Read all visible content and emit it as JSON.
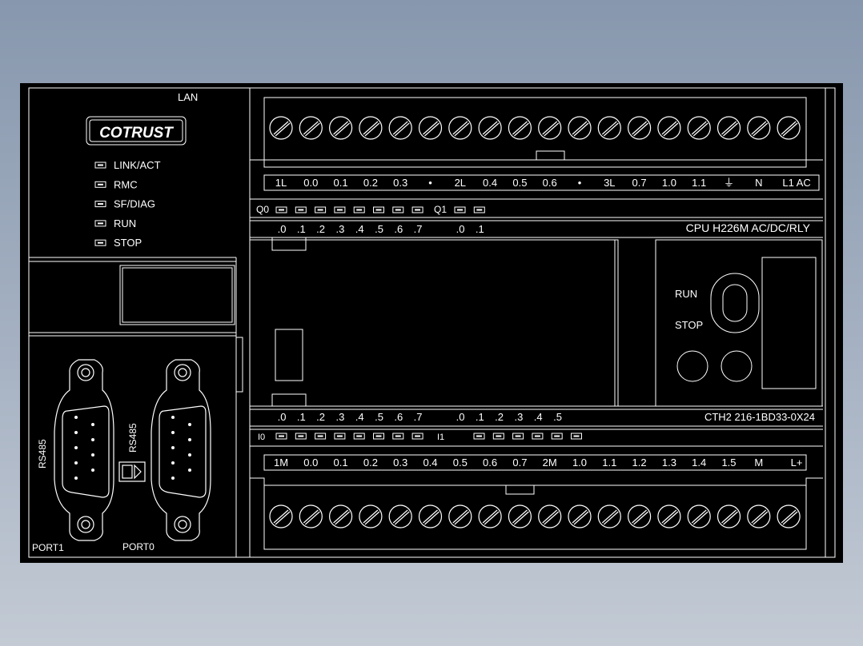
{
  "colors": {
    "panel": "#000000",
    "line": "#ffffff"
  },
  "left_module": {
    "lan_label": "LAN",
    "logo_text": "COTRUST",
    "leds": [
      "LINK/ACT",
      "RMC",
      "SF/DIAG",
      "RUN",
      "STOP"
    ],
    "port1": {
      "vertical_label": "RS485",
      "caption": "PORT1"
    },
    "port0": {
      "vertical_label": "RS485",
      "caption": "PORT0"
    },
    "io_symbol": "port-arrow-icon"
  },
  "cpu": {
    "terminals_top_count": 18,
    "top_terminal_labels": [
      "1L",
      "0.0",
      "0.1",
      "0.2",
      "0.3",
      "•",
      "2L",
      "0.4",
      "0.5",
      "0.6",
      "•",
      "3L",
      "0.7",
      "1.0",
      "1.1",
      "⏚",
      "N",
      "L1 AC"
    ],
    "q0_label": "Q0",
    "q0_led_count": 8,
    "q1_label": "Q1",
    "q1_led_count": 2,
    "q_bit_labels_0": [
      ".0",
      ".1",
      ".2",
      ".3",
      ".4",
      ".5",
      ".6",
      ".7"
    ],
    "q_bit_labels_1": [
      ".0",
      ".1"
    ],
    "model_label": "CPU H226M AC/DC/RLY",
    "switch_run_label": "RUN",
    "switch_stop_label": "STOP",
    "i_bit_labels_0": [
      ".0",
      ".1",
      ".2",
      ".3",
      ".4",
      ".5",
      ".6",
      ".7"
    ],
    "i_bit_labels_1": [
      ".0",
      ".1",
      ".2",
      ".3",
      ".4",
      ".5"
    ],
    "part_number": "CTH2  216-1BD33-0X24",
    "i0_label": "I0",
    "i0_led_count": 8,
    "i1_label": "I1",
    "i1_led_count": 6,
    "bottom_terminal_labels": [
      "1M",
      "0.0",
      "0.1",
      "0.2",
      "0.3",
      "0.4",
      "0.5",
      "0.6",
      "0.7",
      "2M",
      "1.0",
      "1.1",
      "1.2",
      "1.3",
      "1.4",
      "1.5",
      "M",
      "L+"
    ],
    "terminals_bottom_count": 18
  }
}
